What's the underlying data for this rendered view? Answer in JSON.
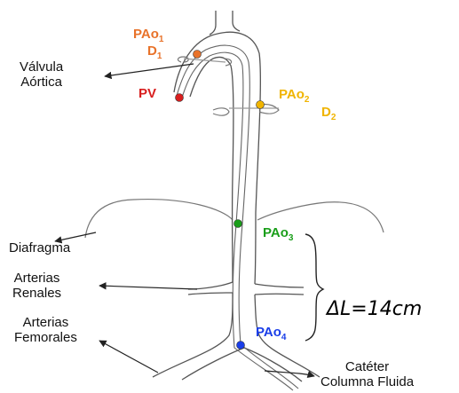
{
  "colors": {
    "pao1": "#e8722a",
    "d1": "#e8722a",
    "pv": "#d81e1e",
    "pao2": "#f0b400",
    "d2": "#f0b400",
    "pao3": "#1a9e1a",
    "pao4": "#1a3ee8",
    "line": "#555555"
  },
  "labels": {
    "valvula_line1": "Válvula",
    "valvula_line2": "Aórtica",
    "diafragma": "Diafragma",
    "renales_line1": "Arterias",
    "renales_line2": "Renales",
    "femorales_line1": "Arterias",
    "femorales_line2": "Femorales",
    "cateter_line1": "Catéter",
    "cateter_line2": "Columna Fluida",
    "delta_l": "ΔL=14cm"
  },
  "ports": {
    "pao1": {
      "base": "PAo",
      "sub": "1"
    },
    "d1": {
      "base": "D",
      "sub": "1"
    },
    "pv": {
      "text": "PV"
    },
    "pao2": {
      "base": "PAo",
      "sub": "2"
    },
    "d2": {
      "base": "D",
      "sub": "2"
    },
    "pao3": {
      "base": "PAo",
      "sub": "3"
    },
    "pao4": {
      "base": "PAo",
      "sub": "4"
    }
  }
}
